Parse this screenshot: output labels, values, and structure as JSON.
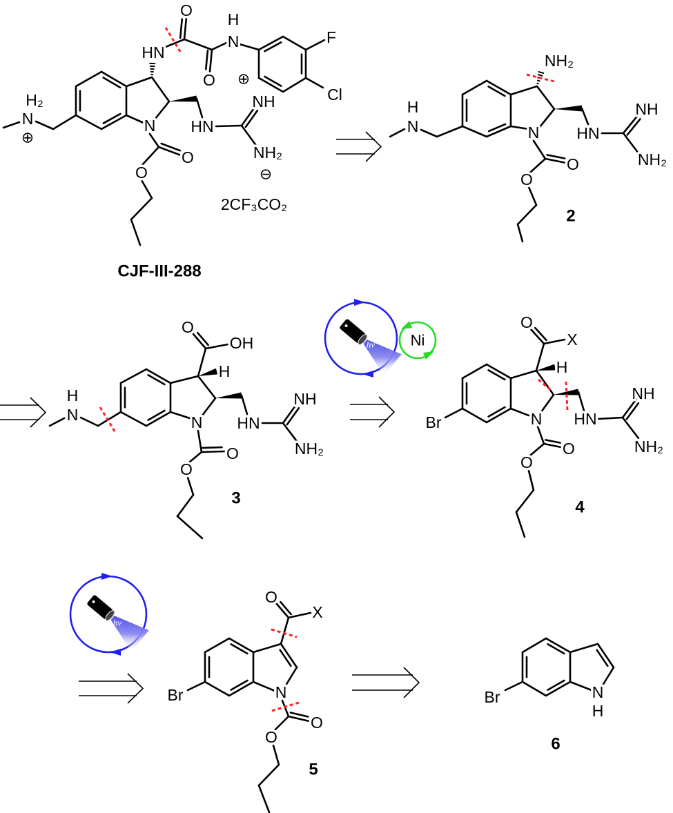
{
  "colors": {
    "disconnection": "#ff2020",
    "photocatalyst": "#1f1fee",
    "nickel": "#22dd22",
    "bond": "#000000"
  },
  "compounds": [
    {
      "label": "CJF-III-288",
      "atoms": [
        "O",
        "H",
        "N",
        "F",
        "Cl",
        "HN",
        "O",
        "N",
        "HN",
        "NH",
        "NH₂",
        "O",
        "O",
        "N",
        "H₂"
      ],
      "charges": [
        "⊕",
        "⊕",
        "⊖"
      ],
      "counterion": "2CF₃CO₂"
    },
    {
      "label": "2",
      "atoms": [
        "NH₂",
        "N",
        "HN",
        "NH",
        "NH₂",
        "O",
        "O",
        "H",
        "N"
      ]
    },
    {
      "label": "3",
      "atoms": [
        "O",
        "OH",
        "H",
        "N",
        "HN",
        "NH",
        "NH₂",
        "O",
        "O",
        "H",
        "N"
      ]
    },
    {
      "label": "4",
      "atoms": [
        "O",
        "X",
        "H",
        "N",
        "Br",
        "HN",
        "NH",
        "NH₂",
        "O",
        "O"
      ]
    },
    {
      "label": "5",
      "atoms": [
        "O",
        "X",
        "N",
        "Br",
        "O",
        "O"
      ]
    },
    {
      "label": "6",
      "atoms": [
        "Br",
        "N",
        "H"
      ]
    }
  ],
  "catalysts": {
    "light_label": "hv",
    "nickel_label": "Ni"
  },
  "icons": [
    "photoredox-cycle-icon",
    "flashlight-icon",
    "nickel-cycle-icon",
    "retrosynthesis-arrow-icon"
  ]
}
